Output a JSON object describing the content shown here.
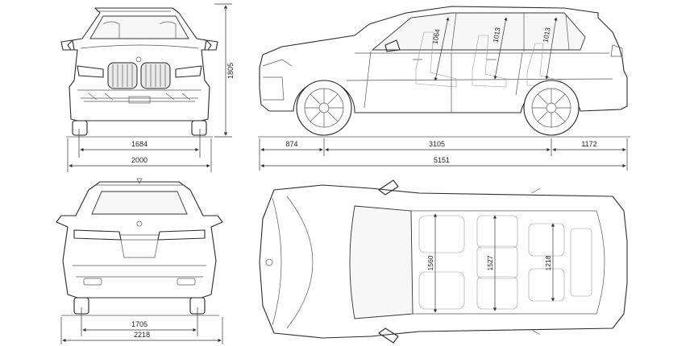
{
  "front_view": {
    "height": "1805",
    "track_front": "1684",
    "width": "2000"
  },
  "side_view": {
    "headroom_row1": "1064",
    "headroom_row2": "1013",
    "headroom_row3": "1013",
    "front_overhang": "874",
    "wheelbase": "3105",
    "rear_overhang": "1172",
    "length": "5151"
  },
  "rear_view": {
    "track_rear": "1705",
    "width_with_mirrors": "2218"
  },
  "top_view": {
    "shoulder_row1": "1560",
    "shoulder_row2": "1527",
    "shoulder_row3": "1218"
  }
}
